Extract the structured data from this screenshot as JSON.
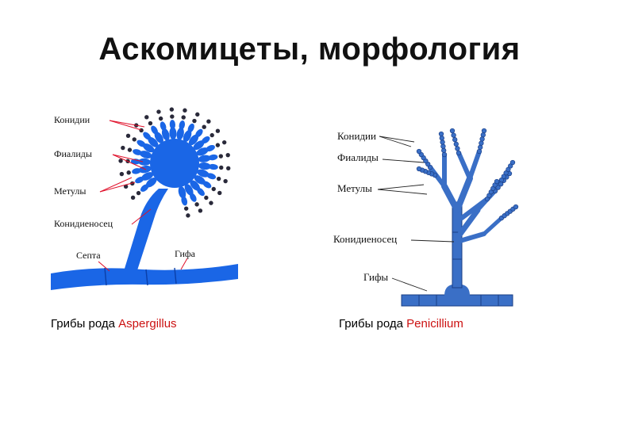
{
  "title": "Аскомицеты, морфология",
  "colors": {
    "aspergillus_blue": "#1a66e6",
    "aspergillus_dark": "#0b3fa8",
    "penicillium_blue": "#3a6fc6",
    "penicillium_dark": "#1b3f86",
    "conidia_gray": "#2a2a3a",
    "pointer_red": "#e0102a",
    "genus_red": "#cc1111"
  },
  "aspergillus": {
    "labels": {
      "conidia": "Конидии",
      "phialides": "Фиалиды",
      "metulae": "Метулы",
      "conidiophore": "Конидиеносец",
      "septum": "Септа",
      "hypha": "Гифа"
    },
    "caption_prefix": "Грибы рода",
    "caption_genus": "Aspergillus"
  },
  "penicillium": {
    "labels": {
      "conidia": "Конидии",
      "phialides": "Фиалиды",
      "metulae": "Метулы",
      "conidiophore": "Конидиеносец",
      "hyphae": "Гифы"
    },
    "caption_prefix": "Грибы рода",
    "caption_genus": "Penicillium"
  }
}
